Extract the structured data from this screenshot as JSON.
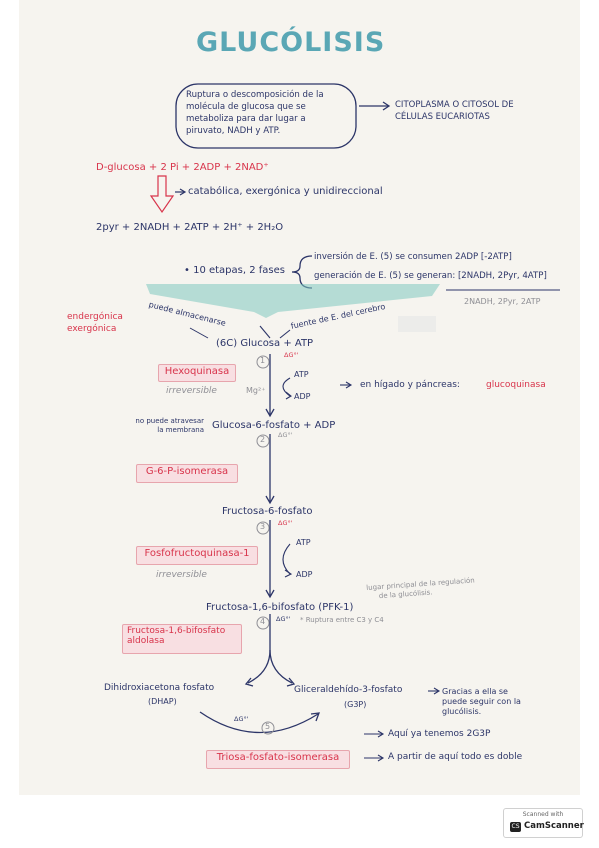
{
  "title": "GLUCÓLISIS",
  "definition": {
    "lines": [
      "Ruptura o descomposición de la",
      "molécula de glucosa que se",
      "metaboliza para dar lugar a",
      "piruvato, NADH y ATP."
    ],
    "location": [
      "CITOPLASMA O CITOSOL DE",
      "CÉLULAS EUCARIOTAS"
    ]
  },
  "reaction": {
    "reactants": "D-glucosa + 2 Pi + 2ADP + 2NAD⁺",
    "properties": "catabólica, exergónica y unidireccional",
    "products": "2pyr + 2NADH + 2ATP + 2H⁺ + 2H₂O"
  },
  "phases": {
    "summary": "• 10 etapas, 2 fases",
    "inversion": "inversión de E. (5) se consumen 2ADP [-2ATP]",
    "generation": "generación de E. (5) se generan: [2NADH, 2Pyr, 4ATP]",
    "net": "2NADH, 2Pyr, 2ATP"
  },
  "glucose_section": {
    "endergonic": "endergónica",
    "exergonic": "exergónica",
    "store": "puede almacenarse",
    "brain": "fuente de E. del cerebro",
    "glucose": "(6C) Glucosa + ATP"
  },
  "steps": [
    {
      "number": "1",
      "dg": "ΔG°'",
      "enzyme": "Hexoquinasa",
      "note": "irreversible",
      "cofactor": "Mg²⁺",
      "in": "ATP",
      "out": "ADP",
      "side": "en hígado y páncreas:",
      "side_enzyme": "glucoquinasa",
      "product": "Glucosa-6-fosfato + ADP",
      "product_note": [
        "no puede atravesar",
        "la membrana"
      ]
    },
    {
      "number": "2",
      "dg": "ΔG°'",
      "enzyme": "G-6-P-isomerasa",
      "product": "Fructosa-6-fosfato"
    },
    {
      "number": "3",
      "dg": "ΔG°'",
      "enzyme": "Fosfofructoquinasa-1",
      "note": "irreversible",
      "in": "ATP",
      "out": "ADP",
      "product": "Fructosa-1,6-bifosfato (PFK-1)",
      "reg_note": [
        "lugar principal de la regulación",
        "de la glucólisis."
      ]
    },
    {
      "number": "4",
      "dg": "ΔG°'",
      "enzyme": [
        "Fructosa-1,6-bifosfato",
        "aldolasa"
      ],
      "note": "* Ruptura entre C3 y C4",
      "left_product": "Dihidroxiacetona fosfato",
      "left_abbr": "(DHAP)",
      "right_product": "Gliceraldehído-3-fosfato",
      "right_abbr": "(G3P)",
      "right_note": [
        "Gracias a ella se",
        "puede seguir con la",
        "glucólisis."
      ]
    },
    {
      "number": "5",
      "dg": "ΔG°'",
      "enzyme": "Triosa-fosfato-isomerasa",
      "note1": "Aquí ya tenemos 2G3P",
      "note2": "A partir de aquí todo es doble"
    }
  ],
  "scanner": {
    "top": "Scanned with",
    "name": "CamScanner",
    "logo": "CS"
  }
}
